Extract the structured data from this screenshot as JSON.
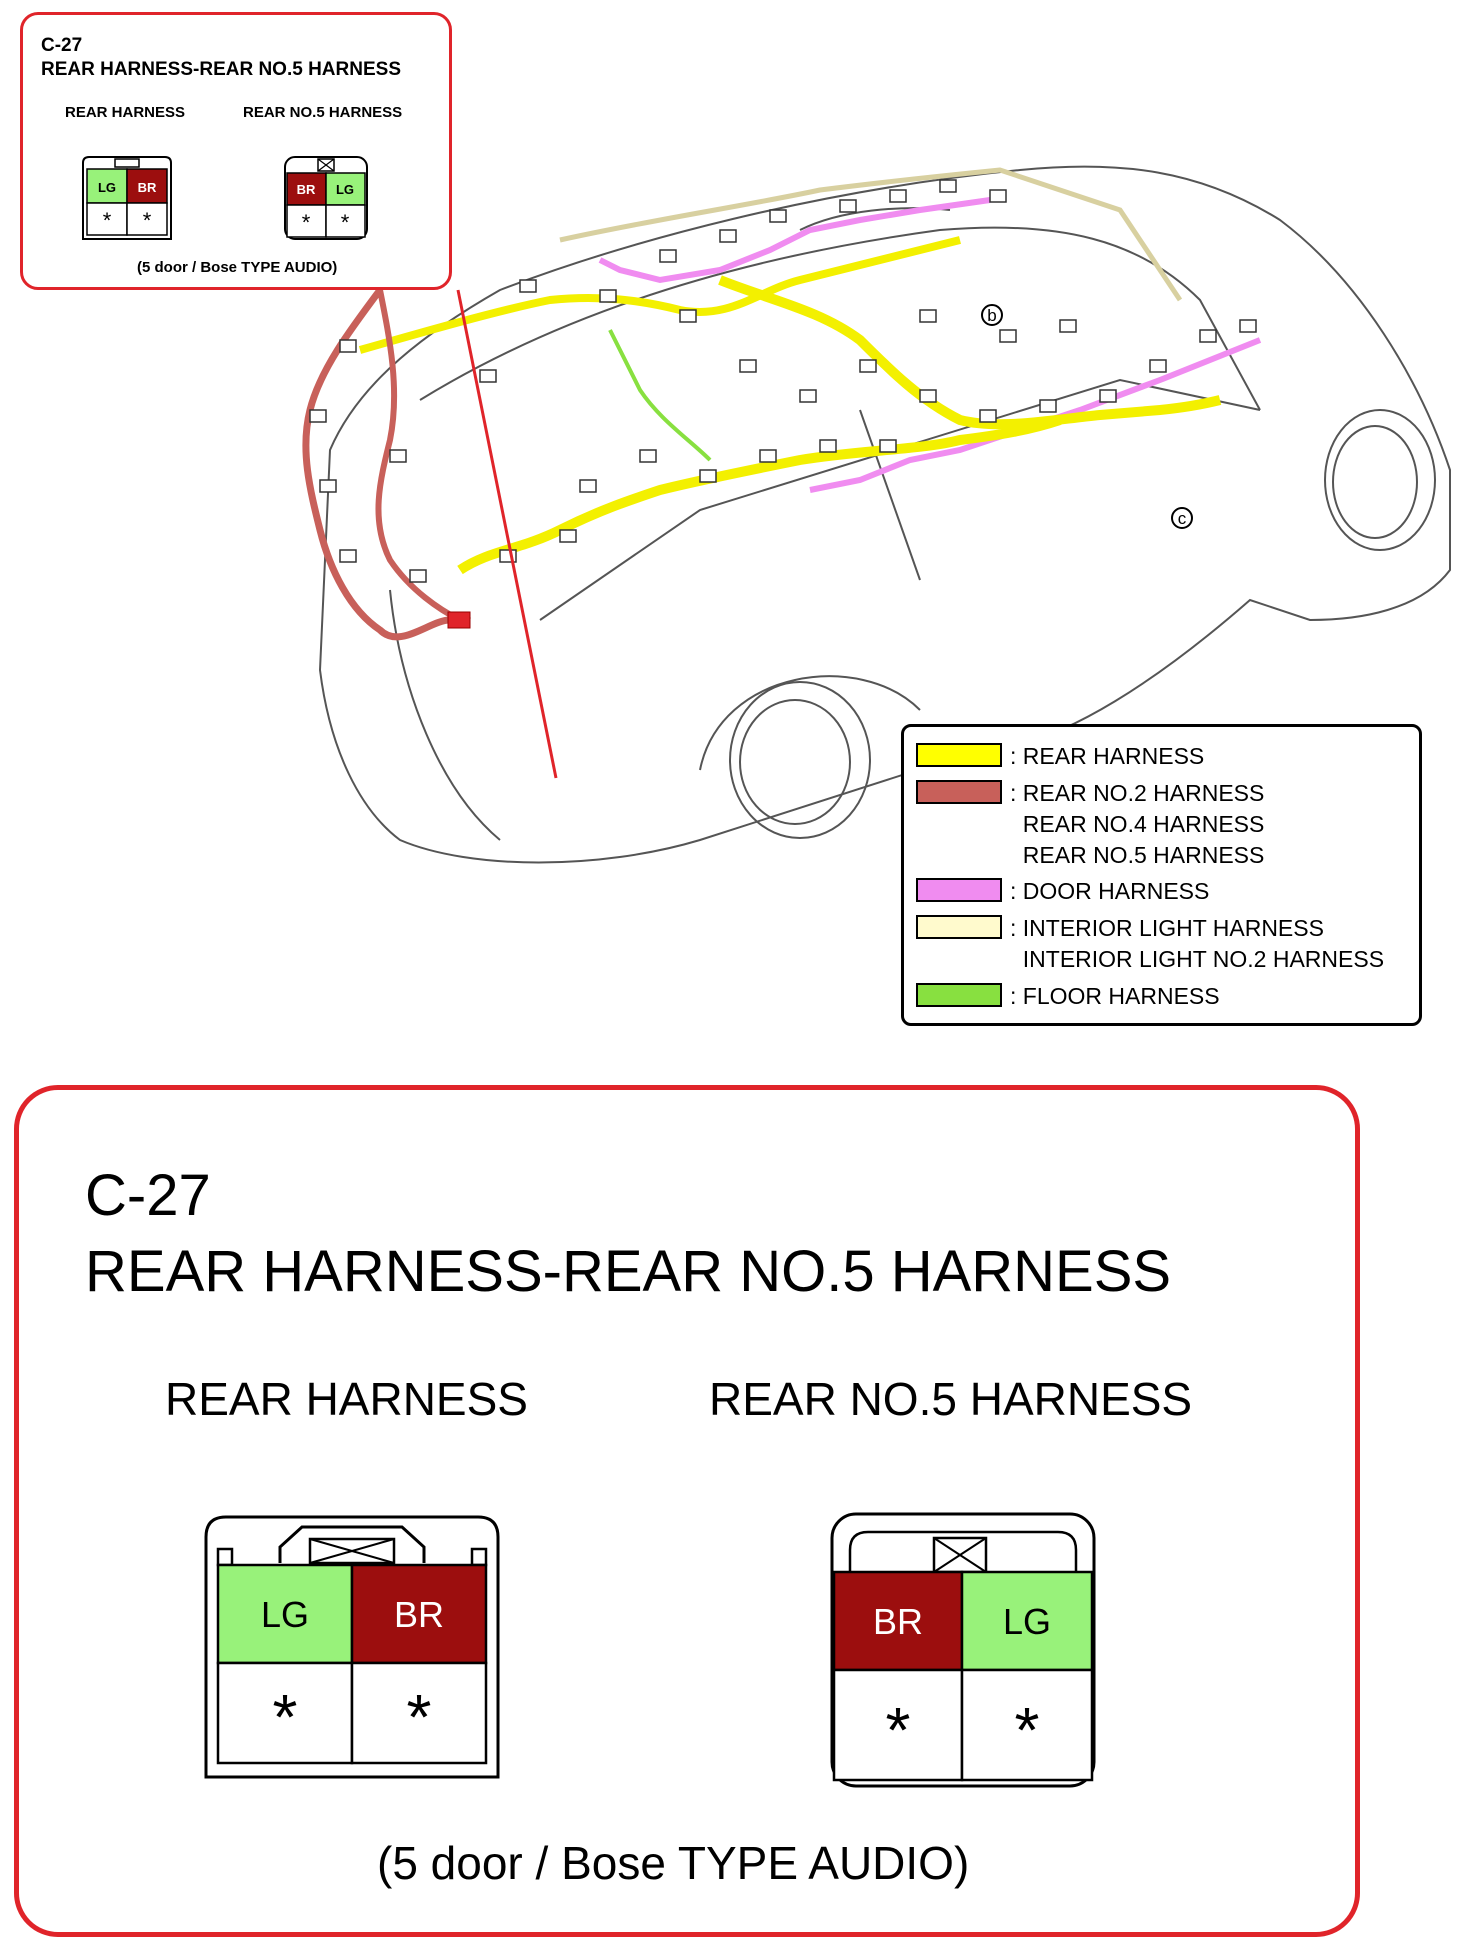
{
  "connector": {
    "code": "C-27",
    "title": "REAR HARNESS-REAR NO.5 HARNESS",
    "left_label": "REAR HARNESS",
    "right_label": "REAR NO.5 HARNESS",
    "note": "(5 door / Bose TYPE AUDIO)",
    "left_pins": [
      "LG",
      "BR"
    ],
    "right_pins": [
      "BR",
      "LG"
    ],
    "empty_pin": "*"
  },
  "callouts": {
    "b": "b",
    "c": "c"
  },
  "legend": {
    "items": [
      {
        "color": "#ffff00",
        "text": ": REAR HARNESS"
      },
      {
        "color": "#c8605a",
        "text": ": REAR NO.2 HARNESS\n  REAR NO.4 HARNESS\n  REAR NO.5 HARNESS"
      },
      {
        "color": "#f08cf0",
        "text": ": DOOR HARNESS"
      },
      {
        "color": "#fffacd",
        "text": ": INTERIOR LIGHT HARNESS\n  INTERIOR LIGHT NO.2 HARNESS"
      },
      {
        "color": "#88e040",
        "text": ": FLOOR HARNESS"
      }
    ]
  },
  "colors": {
    "LG": "#98f27a",
    "BR": "#9c0e0e",
    "callout_border": "#e0242a"
  }
}
